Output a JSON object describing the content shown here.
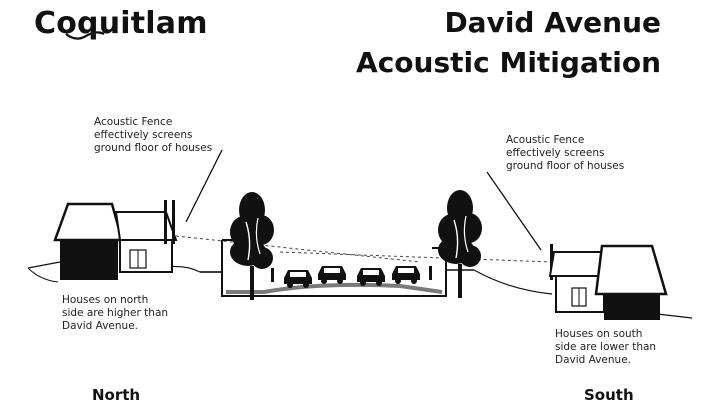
{
  "brand": {
    "name": "Coquitlam"
  },
  "title": {
    "line1": "David Avenue",
    "line2": "Acoustic Mitigation"
  },
  "annotations": {
    "fence_left": [
      "Acoustic Fence",
      "effectively screens",
      "ground floor of houses"
    ],
    "fence_right": [
      "Acoustic Fence",
      "effectively screens",
      "ground floor of houses"
    ],
    "north_houses": [
      "Houses on north",
      "side are higher than",
      "David Avenue."
    ],
    "south_houses": [
      "Houses on south",
      "side are lower than",
      "David Avenue."
    ]
  },
  "labels": {
    "north": "North",
    "south": "South"
  },
  "colors": {
    "ink": "#111111",
    "road": "#7a7a7a",
    "roofline": "#444444"
  }
}
